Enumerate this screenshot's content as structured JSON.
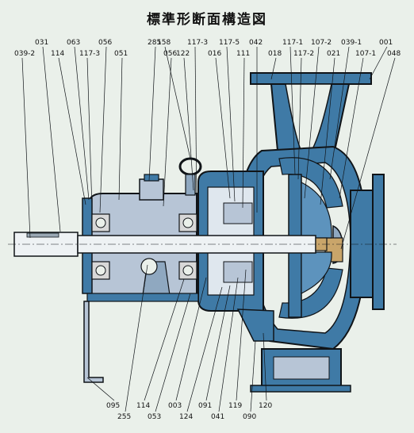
{
  "title": "標準形断面構造図",
  "colors": {
    "background": "#eaf0ea",
    "casing": "#3f7aa6",
    "bearing_housing": "#b7c5d6",
    "shaft": "#eef2f4",
    "outline": "#101418"
  },
  "labels": {
    "t0": "039-2",
    "t1": "031",
    "t2": "114",
    "t3": "063",
    "t4": "117-3",
    "t5": "056",
    "t6": "051",
    "t7": "285",
    "t8": "056",
    "t9": "158",
    "t10": "122",
    "t11": "117-3",
    "t12": "016",
    "t13": "117-5",
    "t14": "111",
    "t15": "042",
    "t16": "018",
    "t17": "117-1",
    "t18": "117-2",
    "t19": "107-2",
    "t20": "021",
    "t21": "039-1",
    "t22": "107-1",
    "t23": "001",
    "t24": "048",
    "b0": "095",
    "b1": "255",
    "b2": "114",
    "b3": "053",
    "b4": "003",
    "b5": "124",
    "b6": "091",
    "b7": "041",
    "b8": "119",
    "b9": "090",
    "b10": "120"
  }
}
